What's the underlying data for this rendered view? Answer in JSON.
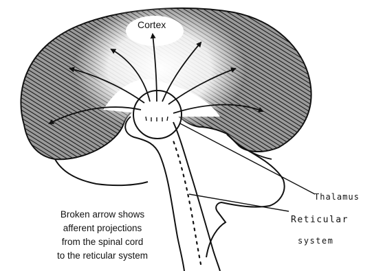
{
  "labels": {
    "cortex": "Cortex",
    "thalamus": "Thalamus",
    "reticular": "Reticular",
    "system": "system"
  },
  "caption": {
    "lines": [
      "Broken arrow shows",
      "afferent projections",
      "from the spinal cord",
      "to the reticular system"
    ]
  },
  "colors": {
    "ink": "#111111",
    "cortex_shading": "#444444",
    "background": "#ffffff"
  }
}
